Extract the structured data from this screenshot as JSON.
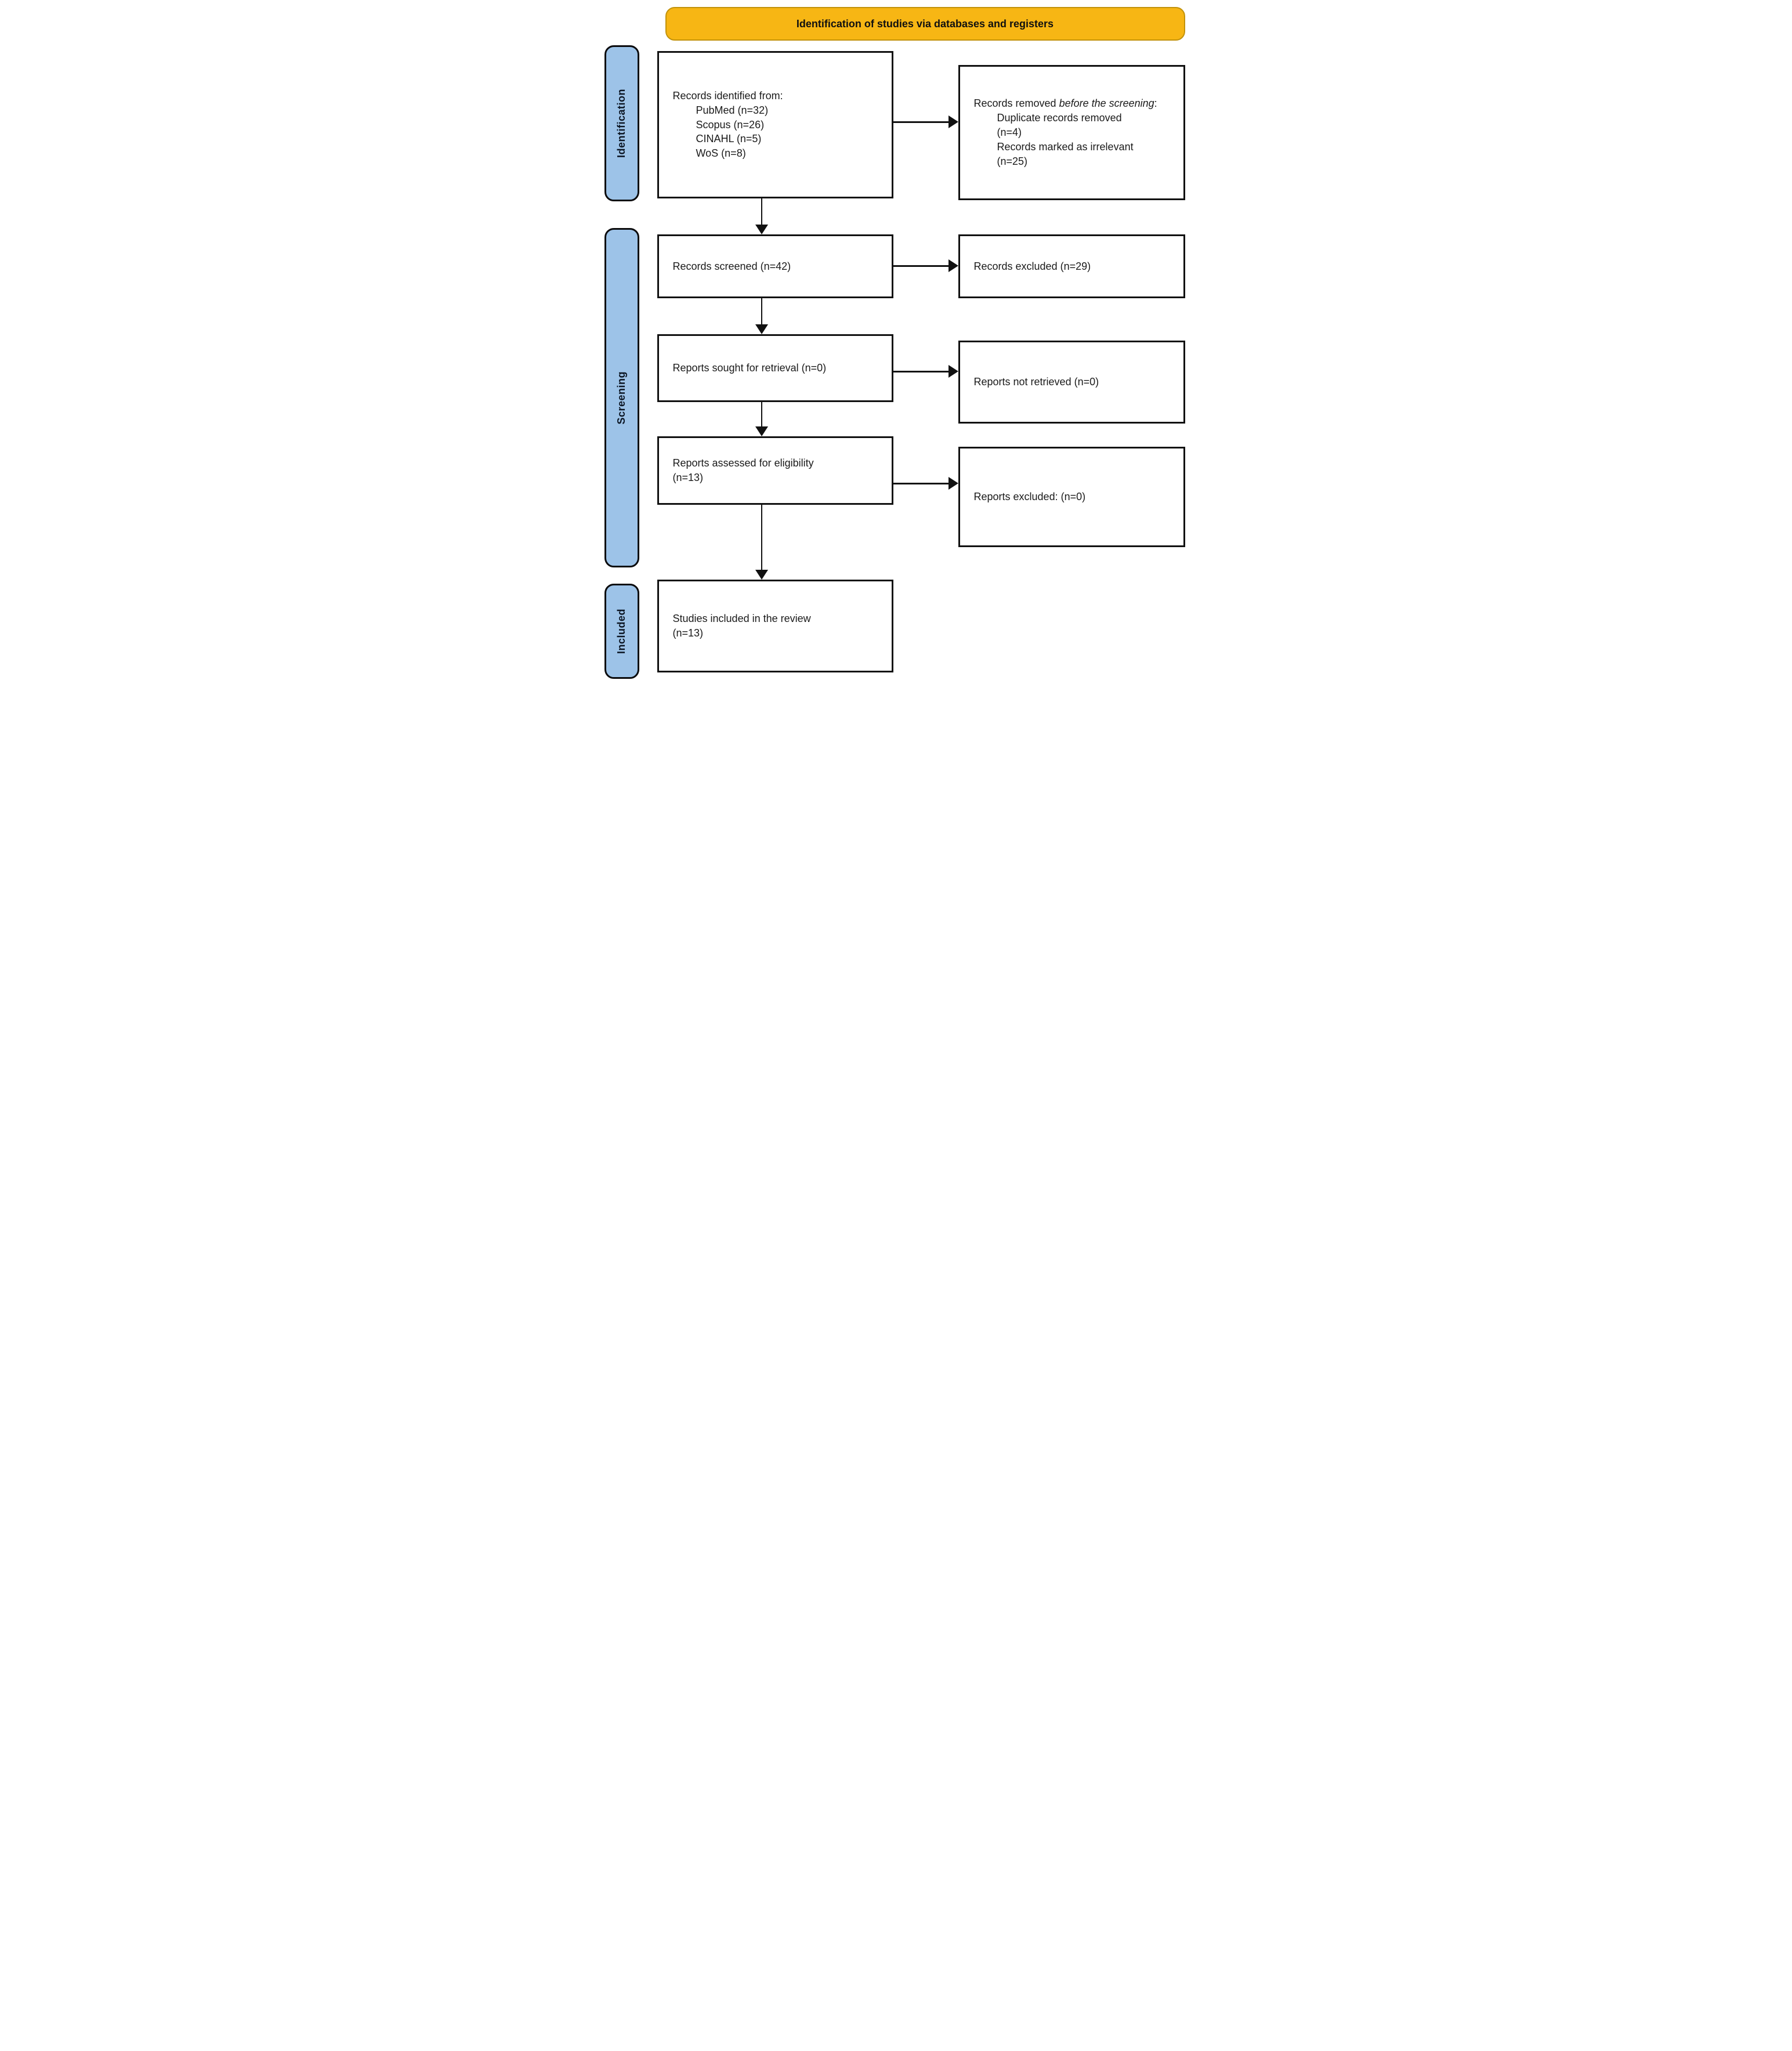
{
  "title_banner": "Identification of studies via databases and registers",
  "stages": {
    "identification": "Identification",
    "screening": "Screening",
    "included": "Included"
  },
  "flow": {
    "records_identified": {
      "intro": "Records identified from:",
      "items": [
        "PubMed (n=32)",
        "Scopus (n=26)",
        "CINAHL (n=5)",
        "WoS (n=8)"
      ]
    },
    "records_removed": {
      "lead_regular": "Records removed ",
      "lead_italic": "before the screening",
      "lead_colon": ":",
      "items": [
        [
          "Duplicate records removed",
          "(n=4)"
        ],
        [
          "Records marked as irrelevant",
          "(n=25)"
        ]
      ]
    },
    "records_screened": "Records screened (n=42)",
    "records_excluded": "Records excluded (n=29)",
    "reports_sought": "Reports sought for retrieval (n=0)",
    "reports_not_retrieved": "Reports not retrieved (n=0)",
    "reports_assessed": [
      "Reports assessed for eligibility",
      "(n=13)"
    ],
    "reports_excluded": "Reports excluded: (n=0)",
    "studies_included": [
      "Studies included in the review",
      "(n=13)"
    ]
  },
  "colors": {
    "banner_bg": "#F7B614",
    "banner_border": "#C2920A",
    "stage_bg": "#9DC3E8",
    "line": "#111111"
  }
}
